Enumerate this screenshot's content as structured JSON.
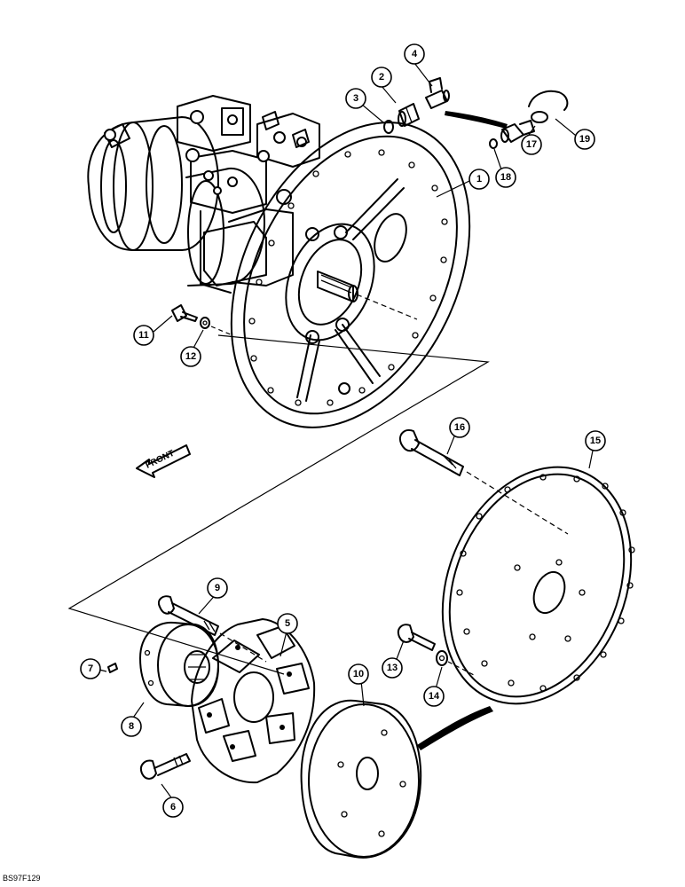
{
  "callouts": [
    "1",
    "2",
    "3",
    "4",
    "5",
    "6",
    "7",
    "8",
    "9",
    "10",
    "11",
    "12",
    "13",
    "14",
    "15",
    "16",
    "17",
    "18",
    "19"
  ],
  "front_label": "FRONT",
  "figure_ref": "BS97F129"
}
